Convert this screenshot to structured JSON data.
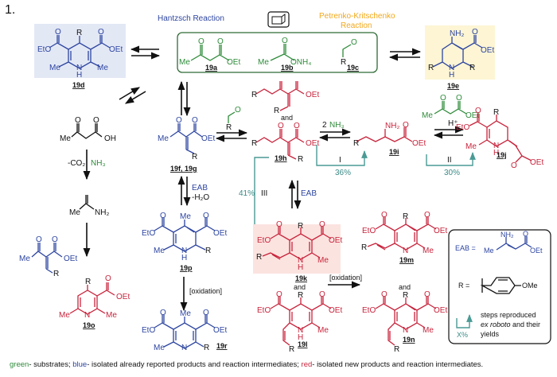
{
  "figure_number": "1.",
  "headings": {
    "hantzsch": "Hantzsch Reaction",
    "petrenko": "Petrenko-Kritschenko",
    "petrenko2": "Reaction"
  },
  "colors": {
    "substrate": "#2e8b3a",
    "reported": "#2d45a0",
    "new": "#c8243c",
    "robot_step": "#4a9a95",
    "hantzsch_bg": "#e3e8f5",
    "petrenko_bg": "#fdf5d4",
    "new_bg": "#fbe3df",
    "petrenko_heading": "#f2a81a"
  },
  "compounds": {
    "c19a": "19a",
    "c19b": "19b",
    "c19c": "19c",
    "c19d": "19d",
    "c19e": "19e",
    "c19fg": "19f, 19g",
    "c19h": "19h",
    "c19i": "19i",
    "c19j": "19j",
    "c19k": "19k",
    "c19l": "19l",
    "c19m": "19m",
    "c19n": "19n",
    "c19o": "19o",
    "c19p": "19p",
    "c19r": "19r"
  },
  "atoms": {
    "me": "Me",
    "oet": "OEt",
    "eto": "EtO",
    "o": "O",
    "r": "R",
    "n": "N",
    "h": "H",
    "nh": "N",
    "nh2": "NH₂",
    "oh": "OH",
    "onh4": "ONH₄",
    "ome": "OMe"
  },
  "reagents": {
    "co2": "-CO₂",
    "nh3": "NH₃",
    "two_nh3_num": "2",
    "two_nh3": "NH₃",
    "h_plus": "H⁺",
    "eab": "EAB",
    "minus_h2o": "-H₂O",
    "oxidation": "[oxidation]",
    "and": "and"
  },
  "robot_steps": [
    {
      "step": "I",
      "yield": "36%"
    },
    {
      "step": "II",
      "yield": "30%"
    },
    {
      "step": "III",
      "yield": "41%"
    }
  ],
  "key_box": {
    "eab_label": "EAB =",
    "r_label": "R =",
    "x_percent": "X%",
    "desc_line1": "steps reproduced",
    "desc_line2_italic": "ex roboto",
    "desc_line2_rest": " and their",
    "desc_line3": "yields"
  },
  "legend": {
    "green_word": "green",
    "green_text": "- substrates; ",
    "blue_word": "blue",
    "blue_text": "- isolated already reported products and reaction intermediates; ",
    "red_word": "red",
    "red_text": "- isolated new products and reaction intermediates."
  }
}
